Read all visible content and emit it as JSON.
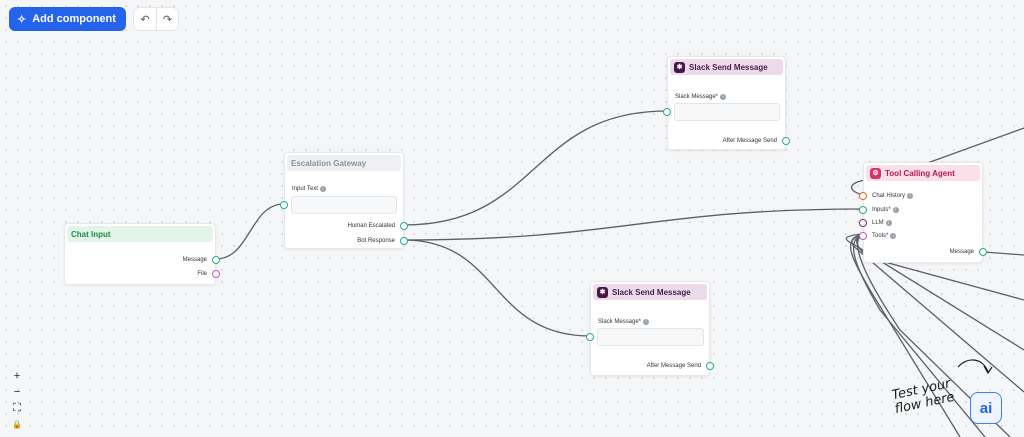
{
  "toolbar": {
    "add_component_label": "Add component",
    "undo_icon": "undo-icon",
    "redo_icon": "redo-icon"
  },
  "nodes": {
    "chat_input": {
      "title": "Chat Input",
      "outputs": [
        "Message",
        "File"
      ],
      "header_color": "#e3f5e9",
      "title_color": "#1f8a4c"
    },
    "escalation_gateway": {
      "title": "Escalation Gateway",
      "input_label": "Input Text",
      "outputs": [
        "Human Escalated",
        "Bot Response"
      ],
      "header_color": "#eef0f3",
      "title_color": "#8a929c"
    },
    "slack_top": {
      "title": "Slack Send Message",
      "input_label": "Slack Message*",
      "output_label": "After Message Send",
      "header_color": "#ecdcea",
      "title_color": "#4a1d4a"
    },
    "slack_bottom": {
      "title": "Slack Send Message",
      "input_label": "Slack Message*",
      "output_label": "After Message Send",
      "header_color": "#ecdcea",
      "title_color": "#4a1d4a"
    },
    "tool_agent": {
      "title": "Tool Calling Agent",
      "inputs": [
        "Chat History",
        "Inputs*",
        "LLM",
        "Tools*"
      ],
      "output_label": "Message",
      "header_color": "#fbe0e8",
      "title_color": "#b8184f"
    }
  },
  "zoom_controls": [
    "+",
    "−",
    "⛶",
    "🔒"
  ],
  "test_hint": "Test your\nflow here",
  "ai_button_label": "ai"
}
